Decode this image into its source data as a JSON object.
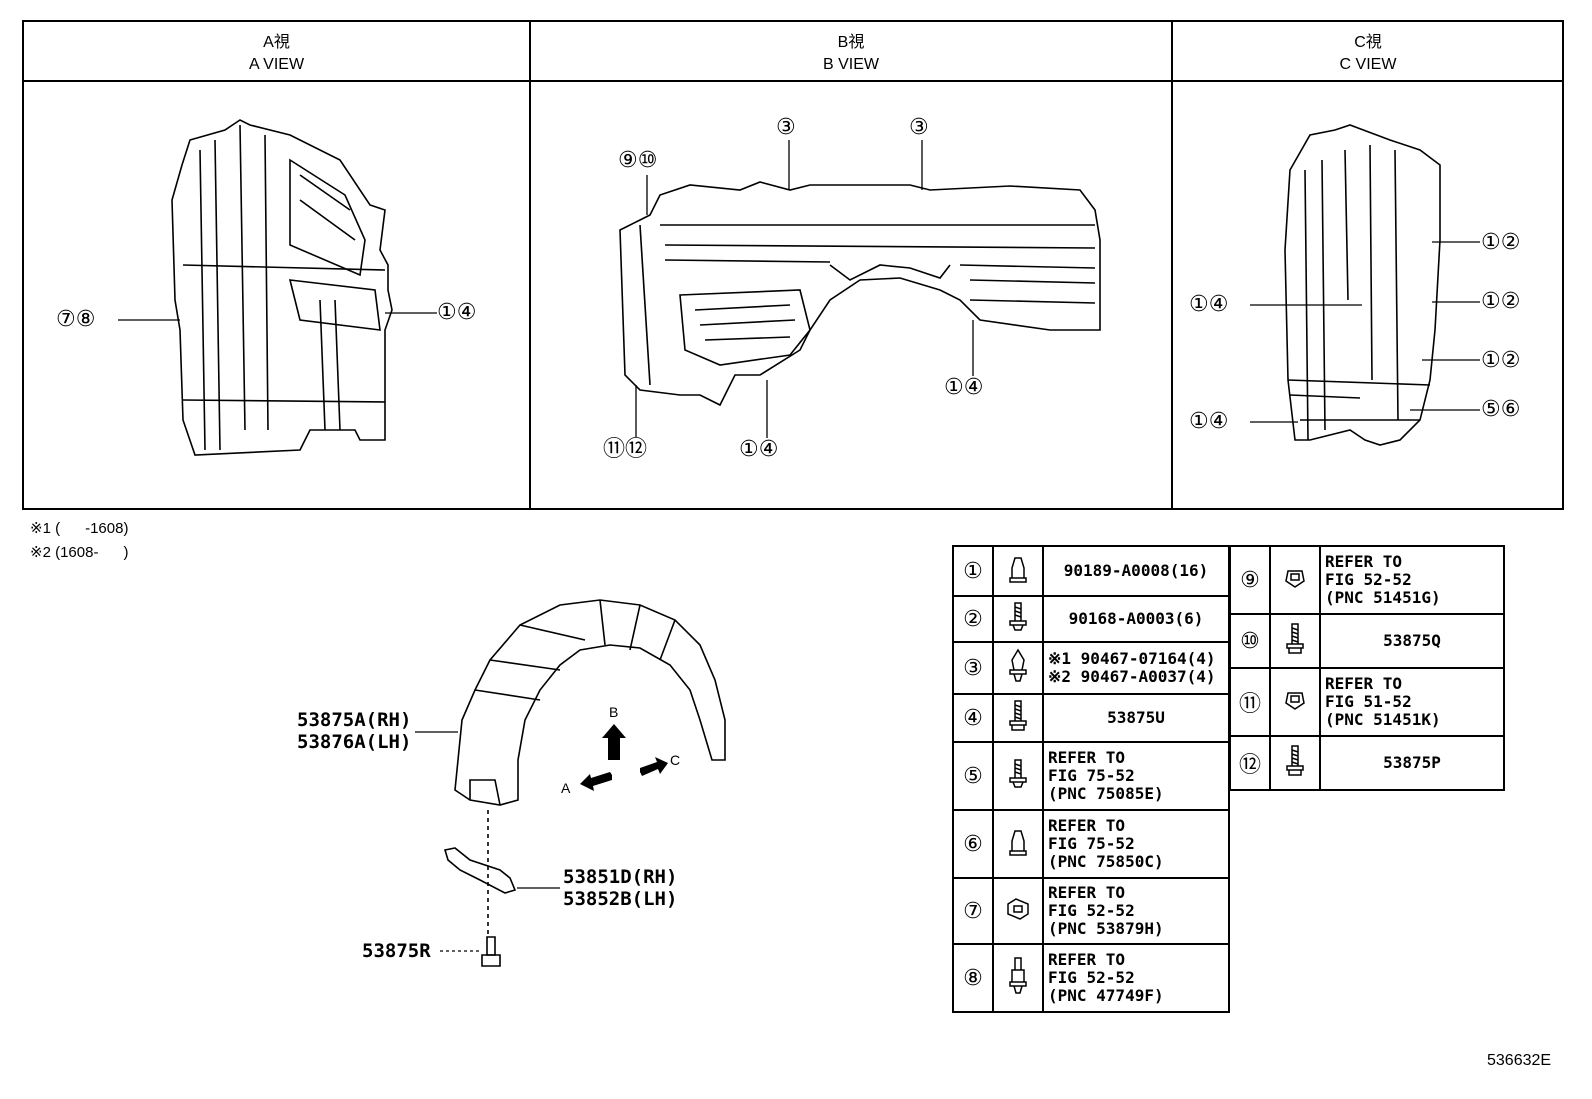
{
  "views": [
    {
      "title_jp": "A視",
      "title_en": "A VIEW"
    },
    {
      "title_jp": "B視",
      "title_en": "B VIEW"
    },
    {
      "title_jp": "C視",
      "title_en": "C VIEW"
    }
  ],
  "callouts_a": [
    "⑦⑧",
    "①④"
  ],
  "callouts_b": [
    "⑨⑩",
    "③",
    "③",
    "①④",
    "⑪⑫",
    "①④"
  ],
  "callouts_c": [
    "①②",
    "①④",
    "①②",
    "①②",
    "①④",
    "⑤⑥"
  ],
  "notes": [
    "※1 (      -1608)",
    "※2 (1608-      )"
  ],
  "part_labels": {
    "liner": "53875A(RH)\n53876A(LH)",
    "bracket": "53851D(RH)\n53852B(LH)",
    "bolt": "53875R"
  },
  "arrows": {
    "b": "B",
    "a": "A",
    "c": "C"
  },
  "legend_left": [
    {
      "num": "①",
      "icon": "clip-icon",
      "text": "90189-A0008(16)",
      "center": true
    },
    {
      "num": "②",
      "icon": "screw-icon",
      "text": "90168-A0003(6)",
      "center": true
    },
    {
      "num": "③",
      "icon": "push-clip-icon",
      "text": "※1 90467-07164(4)\n※2 90467-A0037(4)",
      "center": false
    },
    {
      "num": "④",
      "icon": "bolt-icon",
      "text": "53875U",
      "center": true
    },
    {
      "num": "⑤",
      "icon": "screw-icon",
      "text": "REFER TO\nFIG 75-52\n(PNC 75085E)",
      "center": false
    },
    {
      "num": "⑥",
      "icon": "clip-icon",
      "text": "REFER TO\nFIG 75-52\n(PNC 75850C)",
      "center": false
    },
    {
      "num": "⑦",
      "icon": "retainer-icon",
      "text": "REFER TO\nFIG 52-52\n(PNC 53879H)",
      "center": false
    },
    {
      "num": "⑧",
      "icon": "stud-clip-icon",
      "text": "REFER TO\nFIG 52-52\n(PNC 47749F)",
      "center": false
    }
  ],
  "legend_right": [
    {
      "num": "⑨",
      "icon": "nut-icon",
      "text": "REFER TO\nFIG 52-52\n(PNC 51451G)",
      "center": false
    },
    {
      "num": "⑩",
      "icon": "bolt-icon",
      "text": "53875Q",
      "center": true
    },
    {
      "num": "⑪",
      "icon": "nut-icon",
      "text": "REFER TO\nFIG 51-52\n(PNC 51451K)",
      "center": false
    },
    {
      "num": "⑫",
      "icon": "bolt-icon",
      "text": "53875P",
      "center": true
    }
  ],
  "figure_code": "536632E"
}
